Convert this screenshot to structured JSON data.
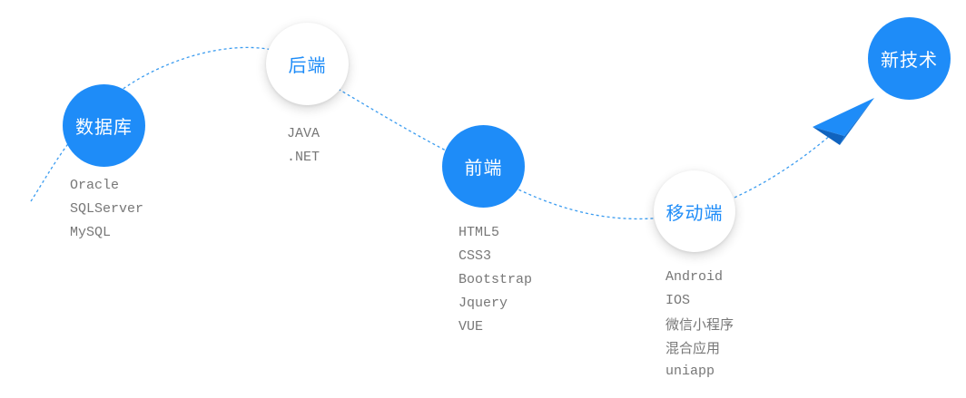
{
  "colors": {
    "accent": "#1e8cf8",
    "node_text_on_white": "#1e8cf8",
    "list_text": "#777777",
    "path_line": "#3b9cf0"
  },
  "nodes": {
    "database": {
      "label": "数据库",
      "items": [
        "Oracle",
        "SQLServer",
        "MySQL"
      ]
    },
    "backend": {
      "label": "后端",
      "items": [
        "JAVA",
        ".NET"
      ]
    },
    "frontend": {
      "label": "前端",
      "items": [
        "HTML5",
        "CSS3",
        "Bootstrap",
        "Jquery",
        "VUE"
      ]
    },
    "mobile": {
      "label": "移动端",
      "items": [
        "Android",
        "IOS",
        "微信小程序",
        "混合应用",
        "uniapp"
      ]
    },
    "newtech": {
      "label": "新技术"
    }
  },
  "icons": {
    "end_marker": "paper-plane-icon"
  }
}
